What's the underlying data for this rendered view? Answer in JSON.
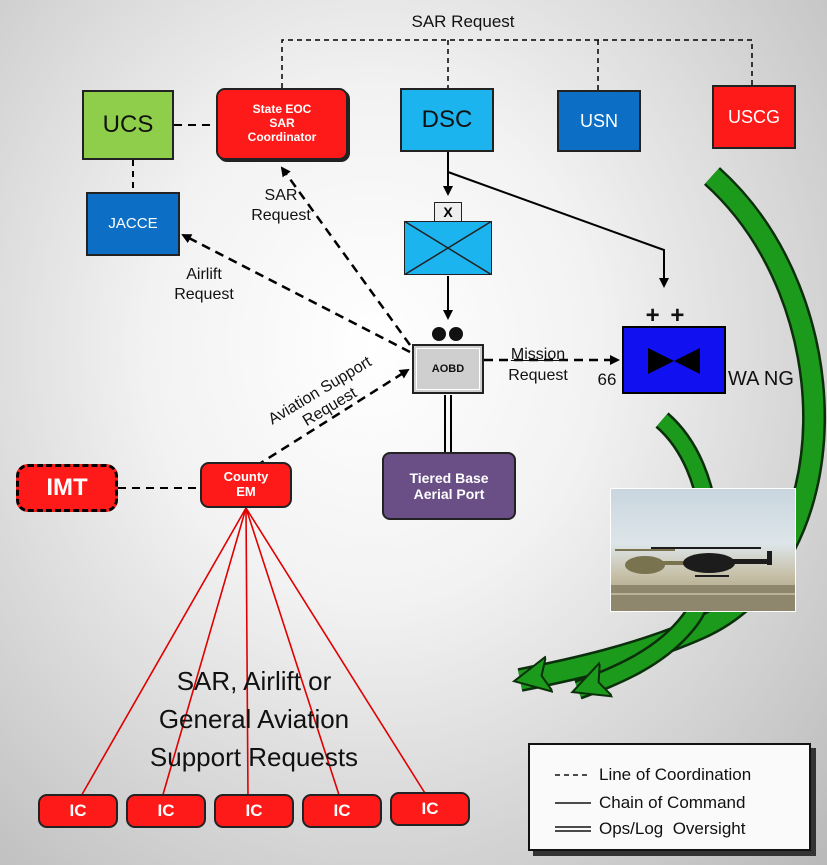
{
  "top_label": "SAR Request",
  "nodes": {
    "ucs": "UCS",
    "state_eoc": [
      "State EOC",
      "SAR",
      "Coordinator"
    ],
    "dsc": "DSC",
    "usn": "USN",
    "uscg": "USCG",
    "jacce": "JACCE",
    "unit_symbol_x": "X",
    "aobd": "AOBD",
    "tiered_base": [
      "Tiered Base",
      "Aerial Port"
    ],
    "wa_ng_number": "66",
    "wa_ng_label": "WA NG",
    "wa_ng_pluses": "+ +",
    "imt": "IMT",
    "county_em": [
      "County",
      "EM"
    ],
    "ic_label": "IC"
  },
  "labels": {
    "sar_request": [
      "SAR",
      "Request"
    ],
    "airlift_request": [
      "Airlift",
      "Request"
    ],
    "mission_request": [
      "Mission",
      "Request"
    ],
    "aviation_support_request": [
      "Aviation Support",
      "Request"
    ]
  },
  "center_text": [
    "SAR, Airlift or",
    "General Aviation",
    "Support Requests"
  ],
  "legend": [
    {
      "label": "Line of Coordination",
      "style": "dashed"
    },
    {
      "label": "Chain of Command",
      "style": "solid"
    },
    {
      "label": "Ops/Log  Oversight",
      "style": "double"
    }
  ],
  "colors": {
    "red": "#ff1a1a",
    "blue": "#0c6ec4",
    "light_blue": "#1cb4ef",
    "green": "#8fce4b",
    "purple": "#6a4f87",
    "wa_ng_blue": "#1010f0",
    "arrow_green": "#1c9a1c"
  }
}
